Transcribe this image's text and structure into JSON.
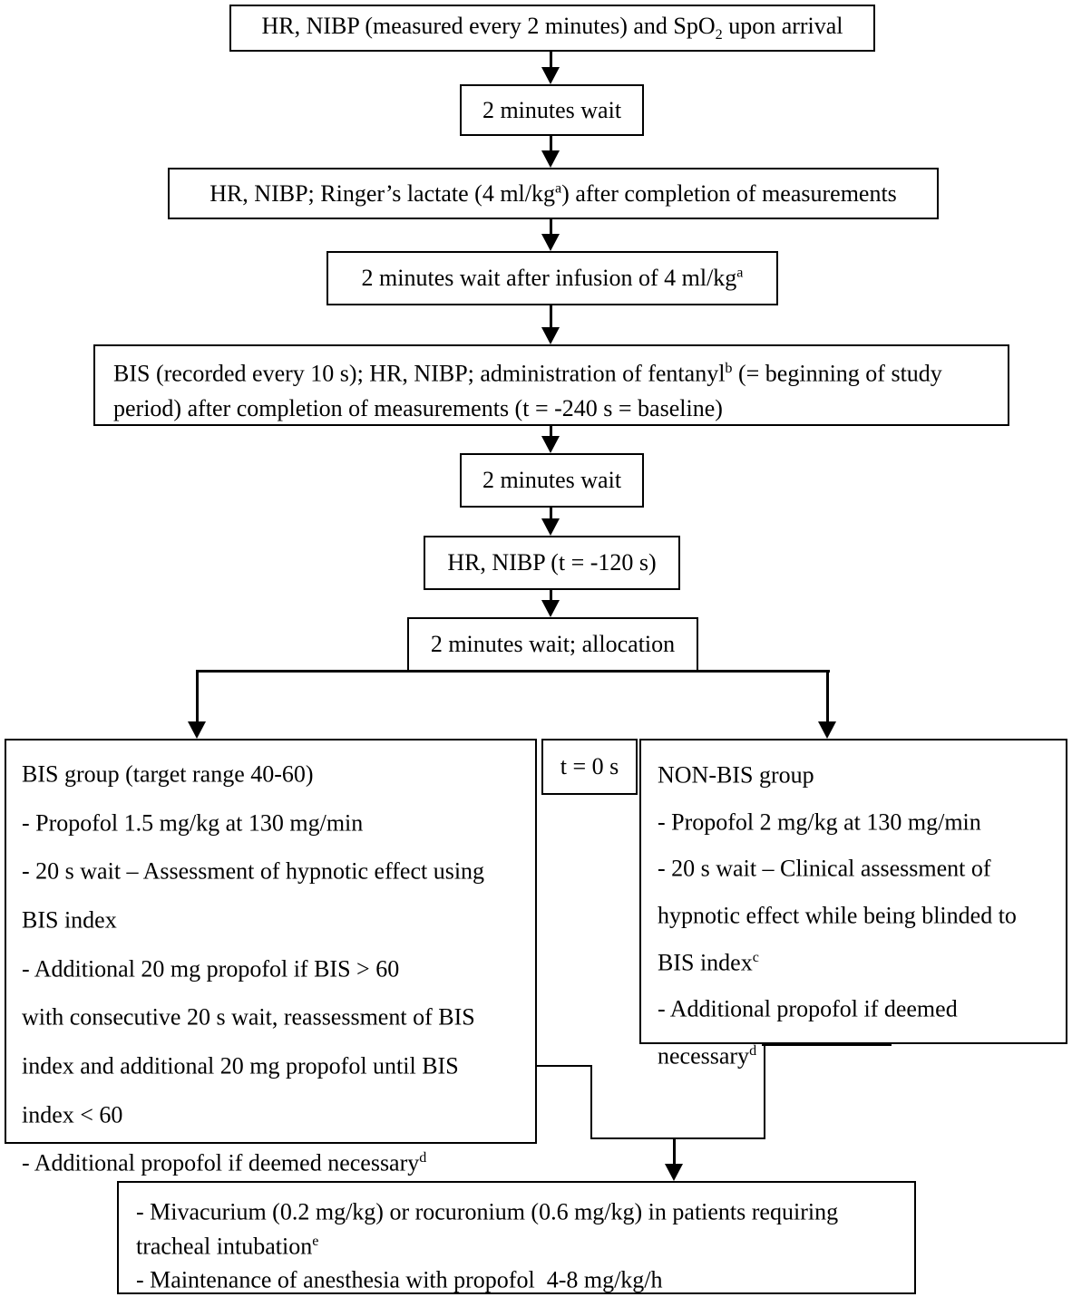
{
  "figure": {
    "kind": "flowchart",
    "background": "#ffffff",
    "line_color": "#000000",
    "text_color": "#000000"
  },
  "boxes": {
    "arrival": {
      "t1": "HR, NIBP (measured every 2 minutes) and SpO",
      "sub": "2",
      "t2": " upon arrival"
    },
    "wait1": {
      "text": "2 minutes wait"
    },
    "ringers": {
      "t1": "HR, NIBP; Ringer’s lactate (4 ml/kg",
      "sup": "a",
      "t2": ") after completion of measurements"
    },
    "wait_infusion": {
      "t1": "2 minutes wait after infusion of 4 ml/kg",
      "sup": "a"
    },
    "fentanyl": {
      "l1a": "BIS (recorded every 10 s); HR, NIBP; administration of fentanyl",
      "sup": "b",
      "l1b": " (= beginning of study",
      "l2": "period) after completion of measurements (t = -240 s = baseline)"
    },
    "wait2": {
      "text": "2 minutes wait"
    },
    "hr_nibp": {
      "text": "HR, NIBP (t = -120 s)"
    },
    "allocation": {
      "text": "2 minutes wait; allocation"
    },
    "t_zero": {
      "text": "t = 0 s"
    },
    "bis_group": {
      "lines": [
        {
          "text": "BIS group (target range 40-60)",
          "sup": ""
        },
        {
          "text": "- Propofol 1.5 mg/kg at 130 mg/min",
          "sup": ""
        },
        {
          "text": "- 20 s wait – Assessment of hypnotic effect using",
          "sup": ""
        },
        {
          "text": "BIS index",
          "sup": ""
        },
        {
          "text": "- Additional 20 mg propofol if BIS > 60",
          "sup": ""
        },
        {
          "text": "with consecutive 20 s wait, reassessment of BIS",
          "sup": ""
        },
        {
          "text": "index and additional 20 mg propofol until BIS",
          "sup": ""
        },
        {
          "text": "index < 60",
          "sup": ""
        },
        {
          "text": "- Additional propofol if deemed necessary",
          "sup": "d"
        }
      ]
    },
    "non_bis_group": {
      "lines": [
        {
          "text": "NON-BIS group",
          "sup": ""
        },
        {
          "text": "- Propofol 2 mg/kg at 130 mg/min",
          "sup": ""
        },
        {
          "text": "- 20 s wait – Clinical assessment of",
          "sup": ""
        },
        {
          "text": "hypnotic effect while being blinded to",
          "sup": ""
        },
        {
          "text": "BIS index",
          "sup": "c"
        },
        {
          "text": "- Additional propofol if deemed",
          "sup": ""
        },
        {
          "text": "necessary",
          "sup": "d"
        }
      ]
    },
    "maintenance": {
      "lines": [
        {
          "text": "- Mivacurium (0.2 mg/kg) or rocuronium (0.6 mg/kg) in patients requiring",
          "sup": ""
        },
        {
          "text": "tracheal intubation",
          "sup": "e"
        },
        {
          "text": "- Maintenance of anesthesia with propofol  4-8 mg/kg/h",
          "sup": ""
        }
      ]
    }
  }
}
